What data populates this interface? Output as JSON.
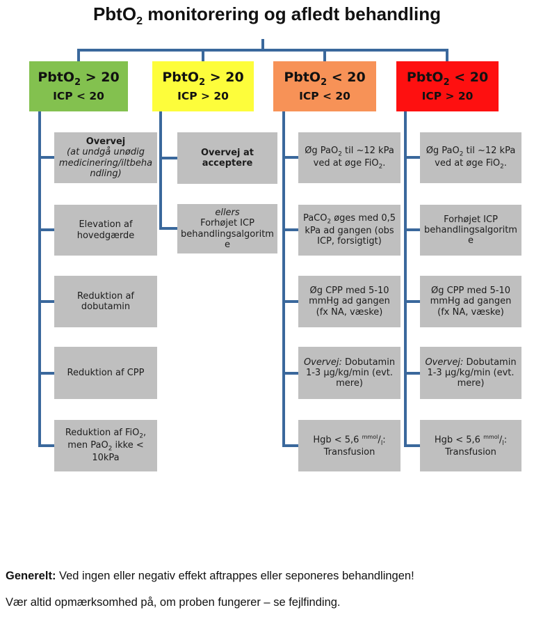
{
  "title_html": "PbtO<sub>2</sub> monitorering og afledt behandling",
  "colors": {
    "connector": "#3a689c",
    "box_bg": "#bfbfbf",
    "green": "#83c14f",
    "yellow": "#fdfd3b",
    "orange": "#f79257",
    "red": "#fe1010"
  },
  "columns": [
    {
      "name": "pbto2-over-20-icp-under-20",
      "header_color": "#83c14f",
      "header_line1_html": "PbtO<sub>2</sub> &gt; 20",
      "header_line2_html": "ICP &lt; 20",
      "boxes": [
        {
          "html": "<b>Overvej</b><br><i>(at undgå unødig medicinering/iltbehandling)</i>"
        },
        {
          "html": "Elevation af hovedgærde"
        },
        {
          "html": "Reduktion af dobutamin"
        },
        {
          "html": "Reduktion af CPP"
        },
        {
          "html": "Reduktion af FiO<sub>2</sub>, men PaO<sub>2</sub> ikke &lt; 10kPa"
        }
      ]
    },
    {
      "name": "pbto2-over-20-icp-over-20",
      "header_color": "#fdfd3b",
      "header_line1_html": "PbtO<sub>2</sub> &gt; 20",
      "header_line2_html": "ICP &gt; 20",
      "boxes": [
        {
          "html": "<b>Overvej at acceptere</b>"
        },
        {
          "html": "<i>ellers</i><br>Forhøjet ICP behandlingsalgoritme"
        }
      ]
    },
    {
      "name": "pbto2-under-20-icp-under-20",
      "header_color": "#f79257",
      "header_line1_html": "PbtO<sub>2</sub> &lt; 20",
      "header_line2_html": "ICP &lt; 20",
      "boxes": [
        {
          "html": "Øg PaO<sub>2</sub> til ~12 kPa ved at øge FiO<sub>2</sub>."
        },
        {
          "html": "PaCO<sub>2</sub> øges med 0,5 kPa ad gangen (obs ICP, forsigtigt)"
        },
        {
          "html": "Øg CPP med 5-10 mmHg ad gangen (fx NA, væske)"
        },
        {
          "html": "<i>Overvej:</i> Dobutamin 1-3 µg/kg/min (evt. mere)"
        },
        {
          "html": "Hgb &lt; 5,6 <sup>mmol</sup>/<sub>l</sub>: Transfusion"
        }
      ]
    },
    {
      "name": "pbto2-under-20-icp-over-20",
      "header_color": "#fe1010",
      "header_line1_html": "PbtO<sub>2</sub> &lt; 20",
      "header_line2_html": "ICP &gt; 20",
      "boxes": [
        {
          "html": "Øg PaO<sub>2</sub> til ~12 kPa ved at øge FiO<sub>2</sub>."
        },
        {
          "html": "Forhøjet ICP behandlingsalgoritme"
        },
        {
          "html": "Øg CPP med 5-10 mmHg ad gangen (fx NA, væske)"
        },
        {
          "html": "<i>Overvej:</i> Dobutamin 1-3 µg/kg/min (evt. mere)"
        },
        {
          "html": "Hgb &lt; 5,6 <sup>mmol</sup>/<sub>l</sub>: Transfusion"
        }
      ]
    }
  ],
  "footer": {
    "line1_html": "<b>Generelt:</b> Ved ingen eller negativ effekt aftrappes eller seponeres behandlingen!",
    "line2_html": "Vær altid opmærksomhed på, om proben fungerer – se fejlfinding."
  }
}
